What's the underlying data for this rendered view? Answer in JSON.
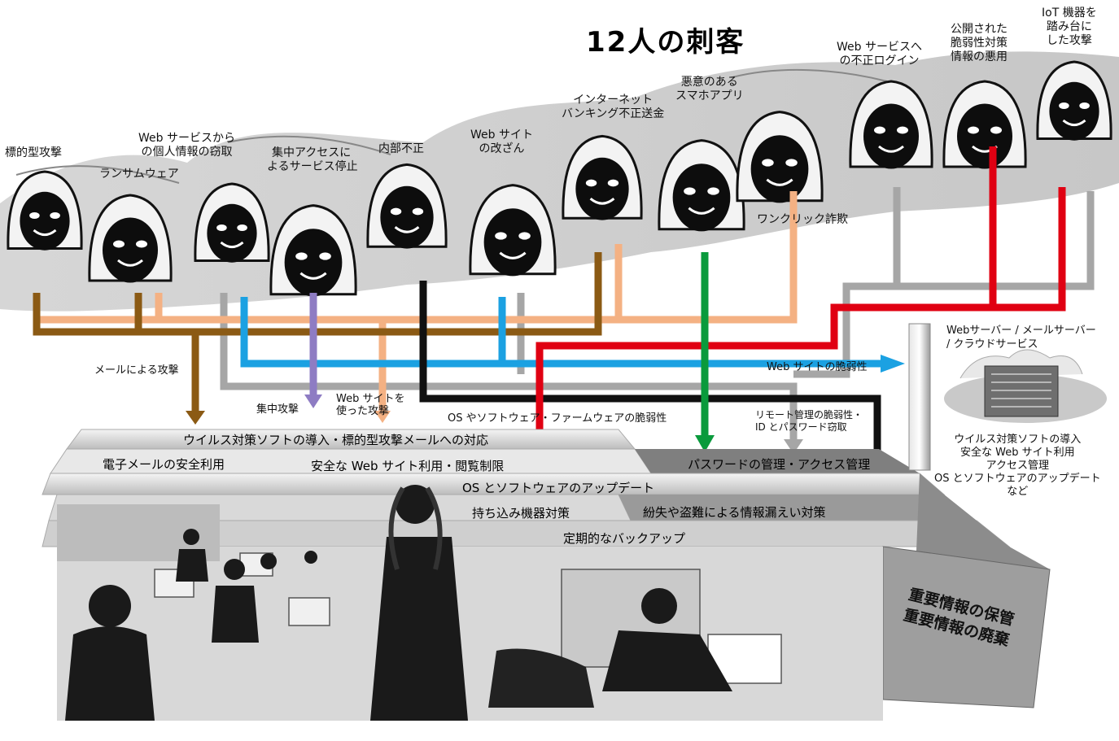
{
  "title": "12人の刺客",
  "threats": {
    "targeted": "標的型攻撃",
    "ransomware": "ランサムウェア",
    "info_theft": [
      "Web サービスから",
      "の個人情報の窃取"
    ],
    "ddos": [
      "集中アクセスに",
      "よるサービス停止"
    ],
    "insider": "内部不正",
    "defacement": [
      "Web サイト",
      "の改ざん"
    ],
    "banking": [
      "インターネット",
      "バンキング不正送金"
    ],
    "malapp": [
      "悪意のある",
      "スマホアプリ"
    ],
    "oneclick": "ワンクリック詐欺",
    "login": [
      "Web サービスへ",
      "の不正ログイン"
    ],
    "vuln_abuse": [
      "公開された",
      "脆弱性対策",
      "情報の悪用"
    ],
    "iot": [
      "IoT 機器を",
      "踏み台に",
      "した攻撃"
    ]
  },
  "routes": {
    "mail": "メールによる攻撃",
    "concentrated": "集中攻撃",
    "website_attack": [
      "Web サイトを",
      "使った攻撃"
    ],
    "site_vuln": "Web サイトの脆弱性",
    "os_vuln": "OS やソフトウェア・ファームウェアの脆弱性",
    "remote": [
      "リモート管理の脆弱性・",
      "ID とパスワード窃取"
    ]
  },
  "defenses": {
    "antivirus": "ウイルス対策ソフトの導入・標的型攻撃メールへの対応",
    "email": "電子メールの安全利用",
    "browsing": "安全な Web サイト利用・閲覧制限",
    "password": "パスワードの管理・アクセス管理",
    "update": "OS とソフトウェアのアップデート",
    "devices": "持ち込み機器対策",
    "leak": "紛失や盗難による情報漏えい対策",
    "backup": "定期的なバックアップ",
    "vault": [
      "重要情報の保管",
      "重要情報の廃棄"
    ]
  },
  "server": {
    "label": [
      "Webサーバー / メールサーバー",
      "/ クラウドサービス"
    ],
    "measures": [
      "ウイルス対策ソフトの導入",
      "安全な Web サイト利用",
      "アクセス管理",
      "OS とソフトウェアのアップデート",
      "など"
    ]
  },
  "colors": {
    "brown": "#8B5A14",
    "peach": "#F4B183",
    "blue": "#1BA1E2",
    "purple": "#8E7CC3",
    "gray": "#A6A6A6",
    "black": "#111111",
    "red": "#E00012",
    "green": "#0A9A3C"
  }
}
